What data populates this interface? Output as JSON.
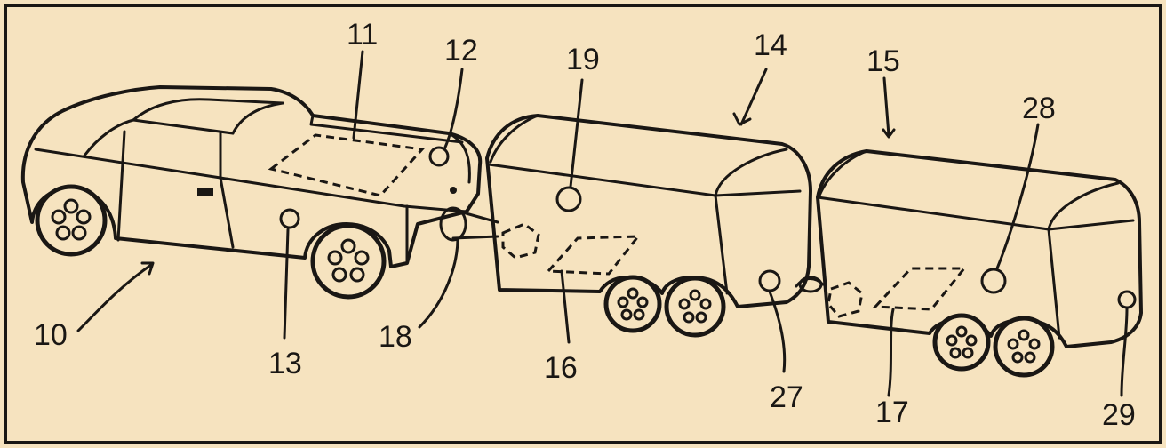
{
  "figure": {
    "background": "#f6e3bf",
    "ink": "#1a1714",
    "reference_numerals": {
      "n10": "10",
      "n11": "11",
      "n12": "12",
      "n13": "13",
      "n14": "14",
      "n15": "15",
      "n16": "16",
      "n17": "17",
      "n18": "18",
      "n19": "19",
      "n27": "27",
      "n28": "28",
      "n29": "29"
    }
  }
}
